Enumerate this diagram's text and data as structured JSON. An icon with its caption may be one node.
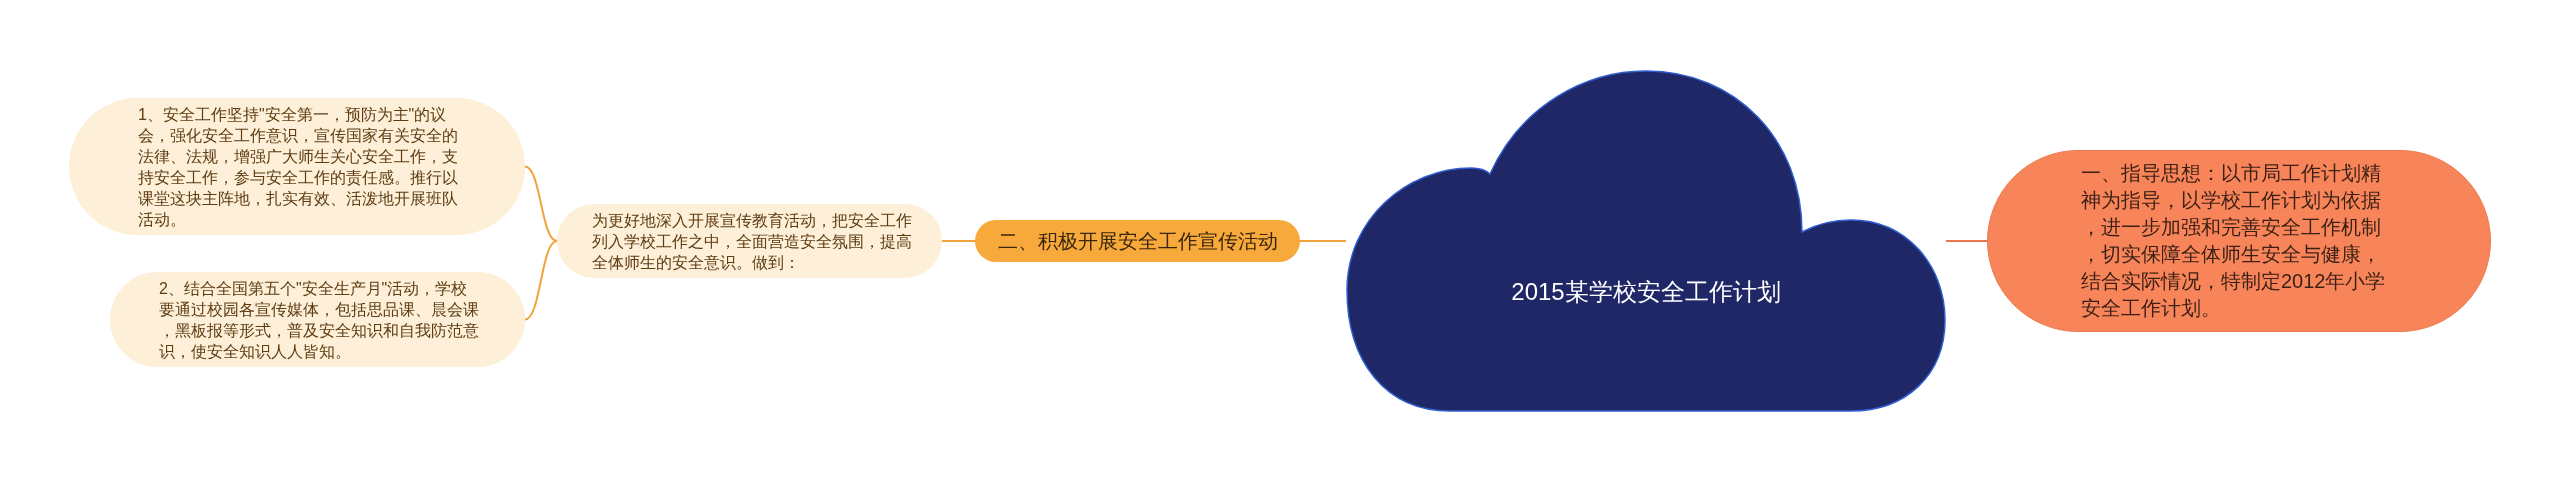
{
  "diagram": {
    "nodes": [
      {
        "text": [
          "2015某学校安全工作计划"
        ]
      },
      {
        "text": [
          "一、指导思想：以市局工作计划精神为指导，以学校工作计划为依据，进一步加强和完善安全工作机制，切实保障全体师生安全与健康，结合实际情况，特制定2012年小学安全工作计划。"
        ]
      },
      {
        "text": [
          "二、积极开展安全工作宣传活动"
        ]
      },
      {
        "text": [
          "为更好地深入开展宣传教育活动，把安全工作列入学校工作之中，全面营造安全氛围，提高全体师生的安全意识。做到："
        ]
      },
      {
        "text": [
          "1、安全工作坚持\"安全第一，预防为主\"的议会，强化安全工作意识，宣传国家有关安全的法律、法规，增强广大师生关心安全工作，支持安全工作，参与安全工作的责任感。推行以课堂这块主阵地，扎实有效、活泼地开展班队活动。"
        ]
      },
      {
        "text": [
          "2、结合全国第五个\"安全生产月\"活动，学校要通过校园各宣传媒体，包括思品课、晨会课，黑板报等形式，普及安全知识和自我防范意识，使安全知识人人皆知。"
        ]
      }
    ],
    "edges": [
      {
        "from": 0,
        "to": 1,
        "arrow": "none",
        "color": "#e9774f"
      },
      {
        "from": 0,
        "to": 2,
        "arrow": "none"
      },
      {
        "from": 2,
        "to": 3,
        "arrow": "none"
      },
      {
        "from": 3,
        "to": 4,
        "arrow": "none"
      },
      {
        "from": 3,
        "to": 5,
        "arrow": "none"
      }
    ]
  }
}
